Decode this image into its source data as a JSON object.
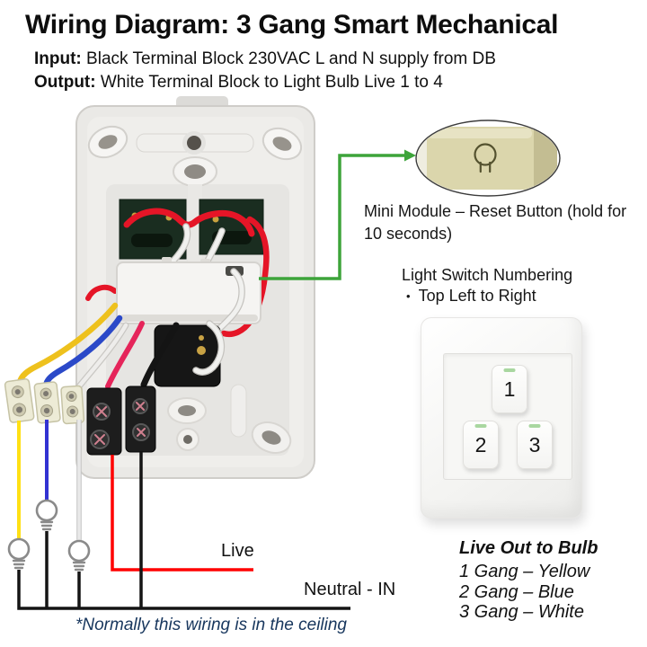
{
  "header": {
    "title": "Wiring Diagram: 3 Gang Smart Mechanical",
    "input_label": "Input:",
    "input_text": "Black Terminal Block 230VAC L and N supply from DB",
    "output_label": "Output:",
    "output_text": "White Terminal Block to Light Bulb Live 1 to 4"
  },
  "callout": {
    "note": "Mini Module – Reset Button (hold for 10 seconds)"
  },
  "numbering": {
    "heading": "Light Switch Numbering",
    "bullet_char": "•",
    "bullet_text": "Top Left to Right"
  },
  "switch_plate": {
    "buttons": [
      "1",
      "2",
      "3"
    ]
  },
  "legend": {
    "heading": "Live Out to Bulb",
    "items": [
      "1 Gang – Yellow",
      "2 Gang – Blue",
      "3 Gang – White"
    ]
  },
  "wiring": {
    "live_label": "Live",
    "neutral_label": "Neutral - IN",
    "footnote": "*Normally this wiring is in the ceiling"
  },
  "colors": {
    "gang1_yellow": "#ffe014",
    "gang2_blue": "#3232d2",
    "gang3_white": "#e9e9e9",
    "live_red": "#ff0000",
    "neutral_black": "#141414",
    "callout_green": "#3da43a",
    "footnote_navy": "#17365d",
    "indicator_green": "#a9d7a0"
  }
}
